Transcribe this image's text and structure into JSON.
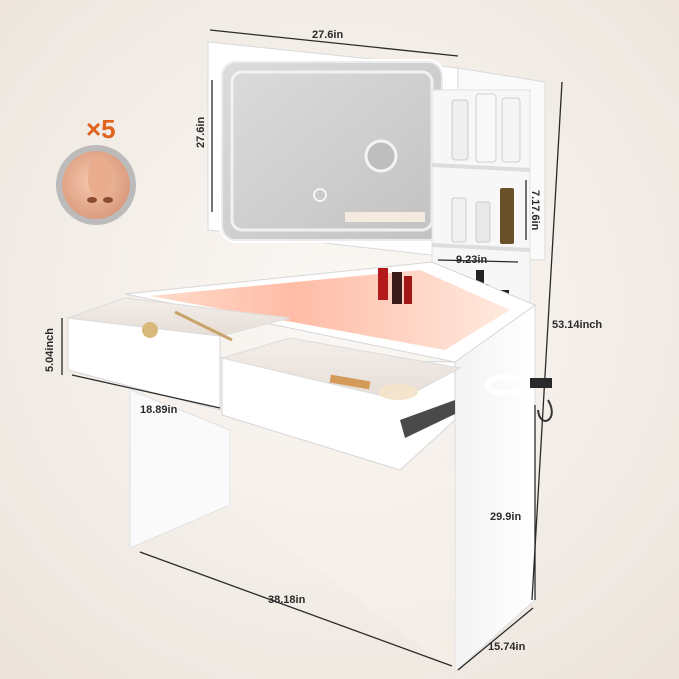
{
  "magnifier": {
    "label": "×5"
  },
  "dimensions": {
    "top_width": "27.6in",
    "mirror_height": "27.6in",
    "shelf_height": "7.17.6in",
    "shelf_width": "9.23in",
    "total_height": "53.14inch",
    "drawer_height": "5.04inch",
    "drawer_width": "18.89in",
    "leg_height": "29.9in",
    "table_width": "38.18in",
    "depth": "15.74in"
  },
  "colors": {
    "background": "#f2ece6",
    "furniture": "#ffffff",
    "accent_glow": "#ff6a3a",
    "badge": "#e0621e",
    "dimension_line": "#2a2a2a"
  }
}
